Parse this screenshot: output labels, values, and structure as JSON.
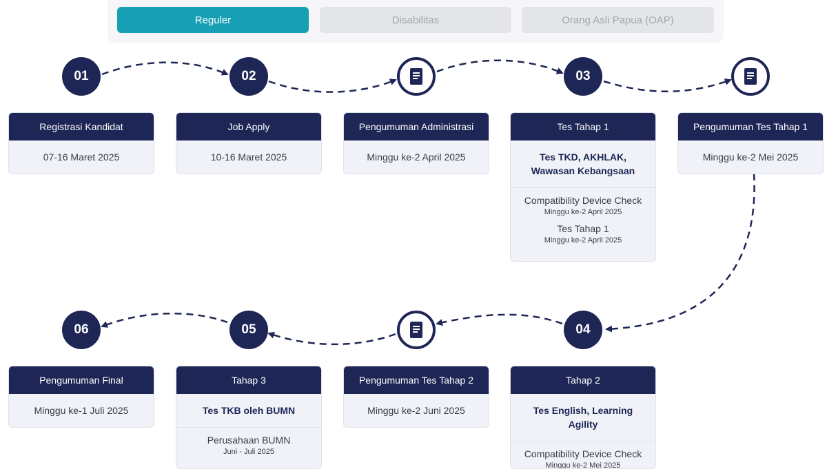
{
  "tabs": [
    {
      "label": "Reguler",
      "active": true
    },
    {
      "label": "Disabilitas",
      "active": false
    },
    {
      "label": "Orang Asli Papua (OAP)",
      "active": false
    }
  ],
  "steps": {
    "s01": "01",
    "s02": "02",
    "s03": "03",
    "s04": "04",
    "s05": "05",
    "s06": "06"
  },
  "cards": {
    "registrasi": {
      "title": "Registrasi Kandidat",
      "date": "07-16 Maret 2025"
    },
    "job_apply": {
      "title": "Job Apply",
      "date": "10-16 Maret 2025"
    },
    "peng_admin": {
      "title": "Pengumuman Administrasi",
      "date": "Minggu ke-2 April 2025"
    },
    "tes_tahap1": {
      "title": "Tes Tahap 1",
      "subtitle": "Tes TKD, AKHLAK, Wawasan Kebangsaan",
      "items": [
        {
          "name": "Compatibility Device Check",
          "date": "Minggu ke-2 April 2025"
        },
        {
          "name": "Tes Tahap 1",
          "date": "Minggu ke-2 April 2025"
        }
      ]
    },
    "peng_tahap1": {
      "title": "Pengumuman Tes Tahap 1",
      "date": "Minggu ke-2 Mei 2025"
    },
    "peng_final": {
      "title": "Pengumuman Final",
      "date": "Minggu ke-1 Juli 2025"
    },
    "tahap3": {
      "title": "Tahap 3",
      "subtitle": "Tes TKB oleh BUMN",
      "items": [
        {
          "name": "Perusahaan BUMN",
          "date": "Juni - Juli 2025"
        }
      ]
    },
    "peng_tahap2": {
      "title": "Pengumuman Tes Tahap 2",
      "date": "Minggu ke-2 Juni 2025"
    },
    "tahap2": {
      "title": "Tahap 2",
      "subtitle": "Tes English, Learning Agility",
      "items": [
        {
          "name": "Compatibility Device Check",
          "date": "Minggu ke-2 Mei 2025"
        }
      ]
    }
  },
  "icons": {
    "announcement": "document-icon"
  },
  "colors": {
    "navy": "#1d2655",
    "teal": "#17a0b4",
    "card_bg": "#f0f2f8"
  }
}
